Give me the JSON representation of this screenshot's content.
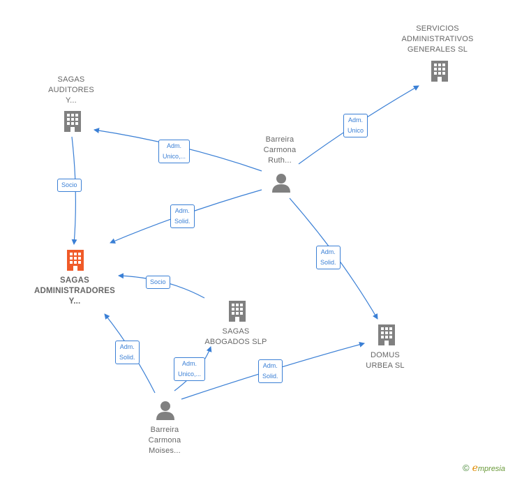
{
  "nodes": {
    "servicios": "SERVICIOS\nADMINISTRATIVOS\nGENERALES SL",
    "sagas_auditores": "SAGAS\nAUDITORES\nY...",
    "ruth": "Barreira\nCarmona\nRuth...",
    "sagas_admin": "SAGAS\nADMINISTRADORES\nY...",
    "sagas_abogados": "SAGAS\nABOGADOS SLP",
    "domus": "DOMUS\nURBEA SL",
    "moises": "Barreira\nCarmona\nMoises..."
  },
  "edges": {
    "ruth_servicios": "Adm.\nUnico",
    "ruth_auditores": "Adm.\nUnico,...",
    "auditores_admin": "Socio",
    "ruth_admin": "Adm.\nSolid.",
    "ruth_domus": "Adm.\nSolid.",
    "abogados_admin": "Socio",
    "moises_admin": "Adm.\nSolid.",
    "moises_abogados": "Adm.\nUnico,...",
    "moises_domus": "Adm.\nSolid."
  },
  "colors": {
    "edge": "#3a7fd5",
    "building": "#808080",
    "focus": "#f05a28",
    "person": "#808080"
  },
  "brand": {
    "copyright": "©",
    "e": "e",
    "rest": "mpresia"
  }
}
